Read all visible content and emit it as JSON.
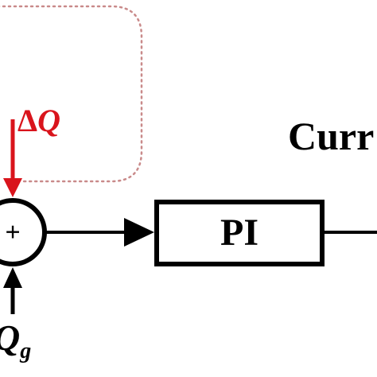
{
  "diagram": {
    "delta_q_symbol": "Δ",
    "delta_q_var": "Q",
    "sum_sign": "+",
    "pi_label": "PI",
    "current_label_partial": "Curr",
    "qg_var": "Q",
    "qg_subscript": "g"
  },
  "colors": {
    "feedback": "#d9141c",
    "stroke": "#000000",
    "dotted_box": "#c98a8a"
  }
}
